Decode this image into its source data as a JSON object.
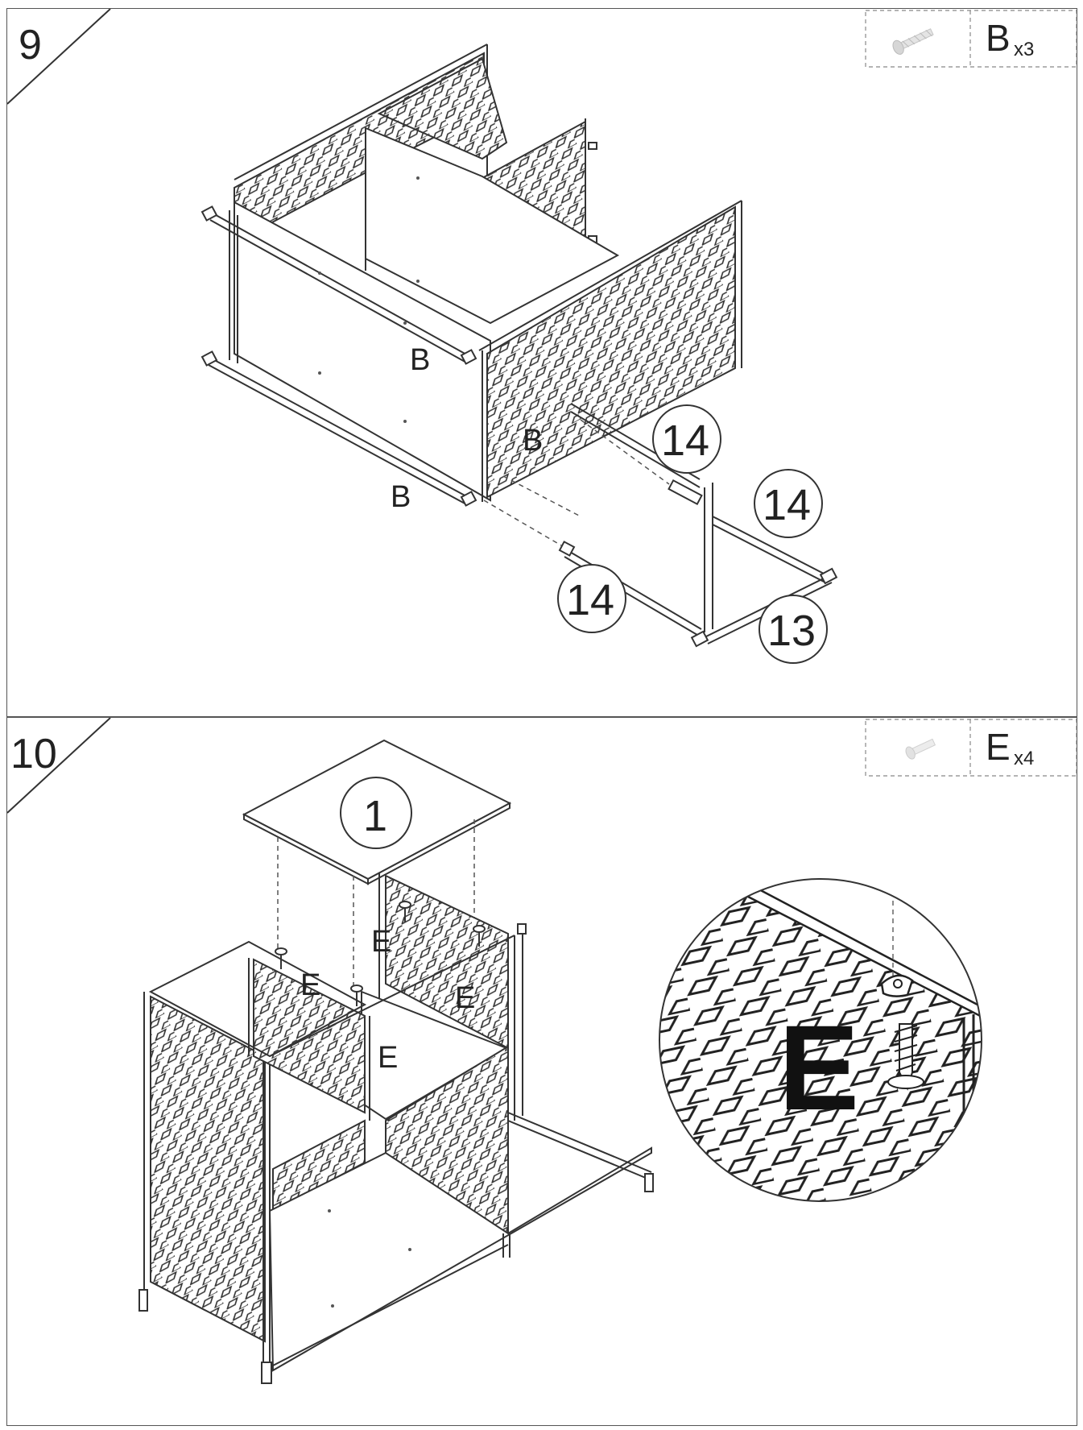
{
  "steps": [
    {
      "number": "9",
      "hardware": {
        "letter": "B",
        "qty": "x3"
      },
      "labels": {
        "b1": "B",
        "b2": "B",
        "b3": "B"
      },
      "callouts": {
        "c1": "14",
        "c2": "14",
        "c3": "14",
        "c4": "13"
      }
    },
    {
      "number": "10",
      "hardware": {
        "letter": "E",
        "qty": "x4"
      },
      "labels": {
        "e1": "E",
        "e2": "E",
        "e3": "E",
        "e4": "E",
        "detail": "E"
      },
      "callouts": {
        "c1": "1"
      }
    }
  ],
  "colors": {
    "line": "#333333",
    "background": "#ffffff",
    "frame": "#555555"
  }
}
